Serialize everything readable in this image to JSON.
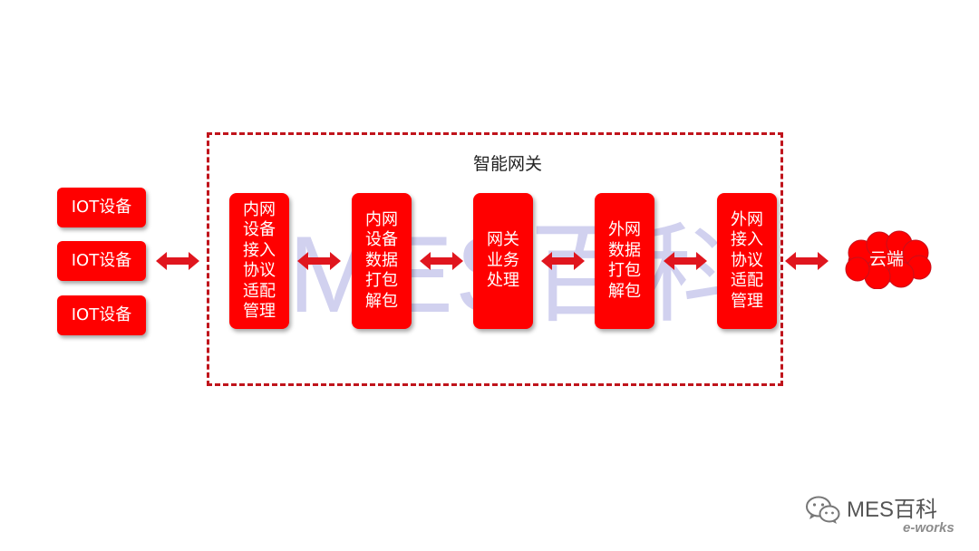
{
  "diagram": {
    "devices": [
      "IOT设备",
      "IOT设备",
      "IOT设备"
    ],
    "gateway_title": "智能网关",
    "modules": [
      "内网设备接入协议适配管理",
      "内网设备数据打包解包",
      "网关业务处理",
      "外网数据打包解包",
      "外网接入协议适配管理"
    ],
    "cloud_label": "云端",
    "watermark": "MES百科"
  },
  "footer": {
    "brand": "MES百科",
    "eworks_logo": "e-works"
  },
  "colors": {
    "box_fill": "#ff0000",
    "frame_border": "#c0141c",
    "arrow_fill": "#e0161e",
    "text_on_box": "#ffffff"
  },
  "icons": {
    "arrows": "double-headed-arrow",
    "cloud": "cloud-shape",
    "footer": "wechat-icon"
  }
}
